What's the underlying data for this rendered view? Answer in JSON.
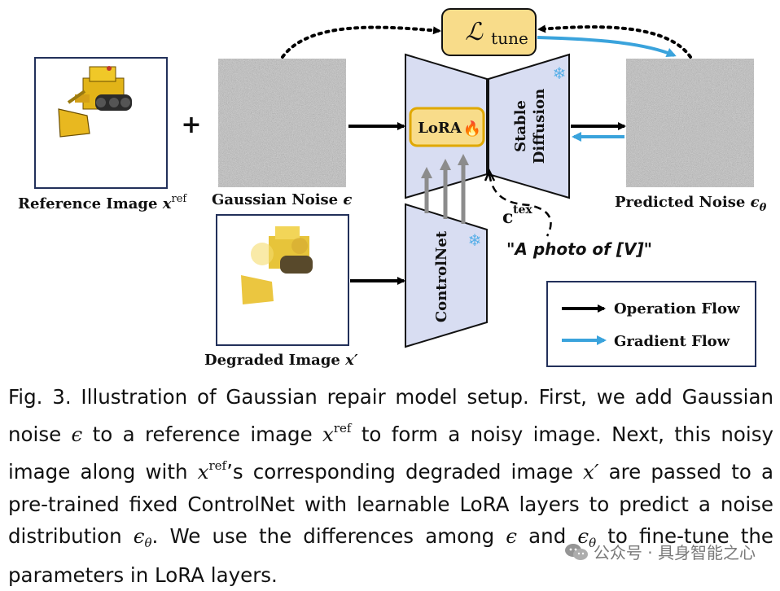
{
  "figure": {
    "loss_label": "ℒ",
    "loss_sub": "tune",
    "lora_label": "LoRA",
    "stable_diffusion_line1": "Stable",
    "stable_diffusion_line2": "Diffusion",
    "controlnet_label": "ControlNet",
    "plus_sign": "+",
    "ctex_main": "c",
    "ctex_sup": "tex",
    "prompt_text": "\"A photo of [V]\"",
    "reference_label": "Reference Image ",
    "reference_math": "x",
    "reference_sup": "ref",
    "gaussian_label": "Gaussian Noise ",
    "gaussian_math": "ϵ",
    "predicted_label": "Predicted Noise ",
    "predicted_math": "ϵ",
    "predicted_sub": "θ",
    "degraded_label": "Degraded Image ",
    "degraded_math": "x′",
    "legend": {
      "operation": "Operation Flow",
      "gradient": "Gradient Flow"
    },
    "colors": {
      "module_fill": "#d8ddf2",
      "lora_fill": "#f8dc8a",
      "lora_border": "#e0a800",
      "gradient_arrow": "#3aa3dc",
      "operation_arrow": "#000000",
      "noise_gray": "#8a8a8a"
    }
  },
  "caption": {
    "l1": "Fig. 3.  Illustration of Gaussian repair model setup. First, we add Gaussian",
    "l2a": "noise ",
    "l2eps": "ϵ",
    "l2b": " to a reference image ",
    "l2x": "x",
    "l2sup": "ref",
    "l2c": " to form a noisy image. Next, this noisy",
    "l3a": "image along with ",
    "l3x": "x",
    "l3sup": "ref",
    "l3b": "’s corresponding degraded image ",
    "l3x2": "x′",
    "l3c": " are passed to a",
    "l4": "pre-trained fixed ControlNet with learnable LoRA layers to predict a noise",
    "l5a": "distribution ",
    "l5eps": "ϵ",
    "l5sub": "θ",
    "l5b": ". We use the differences among ",
    "l5eps2": "ϵ",
    "l5c": " and ",
    "l5eps3": "ϵ",
    "l5sub3": "θ",
    "l5d": " to fine-tune the",
    "l6": "parameters in LoRA layers."
  },
  "watermark": {
    "text": "公众号 · 具身智能之心",
    "icon": "wechat-icon"
  }
}
